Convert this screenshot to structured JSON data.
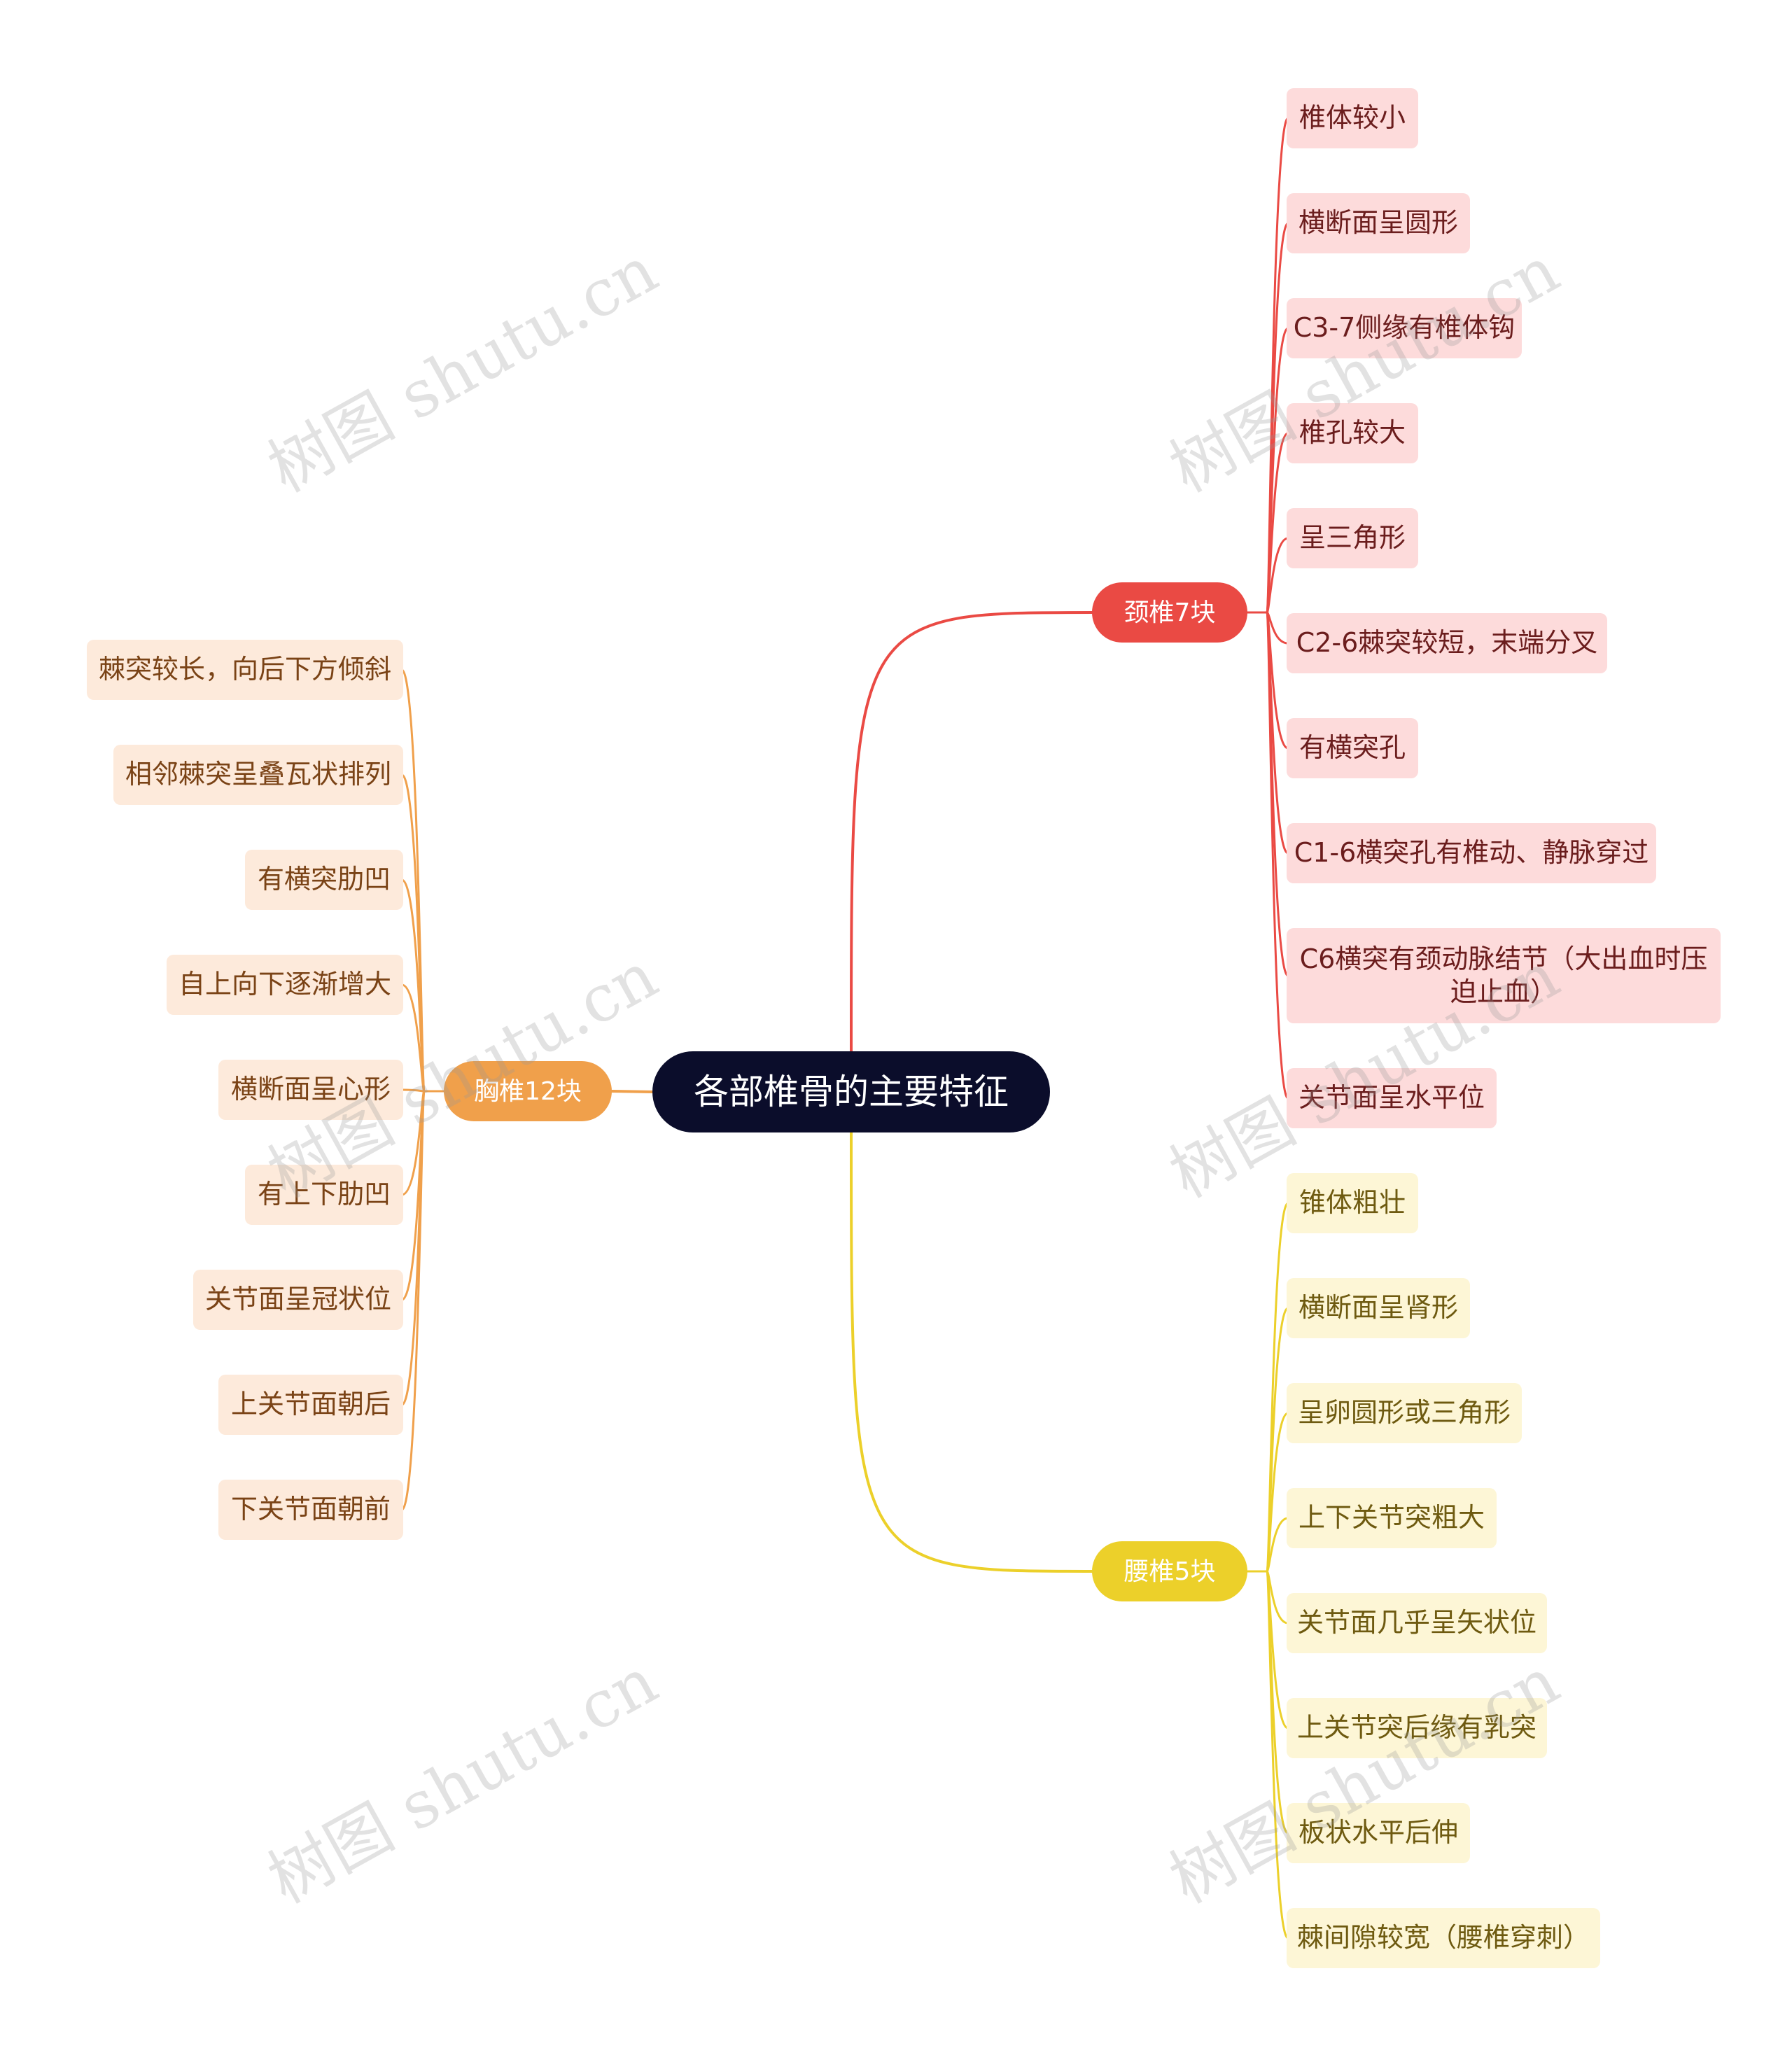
{
  "root": {
    "label": "各部椎骨的主要特征"
  },
  "colors": {
    "root": "#0b0d2b",
    "neck": "#ea4a44",
    "thoracic": "#f0a04b",
    "lumbar": "#ecd02a"
  },
  "branches": [
    {
      "key": "neck",
      "label": "颈椎7块",
      "color": "#ea4a44",
      "items": [
        "椎体较小",
        "横断面呈圆形",
        "C3-7侧缘有椎体钩",
        "椎孔较大",
        "呈三角形",
        "C2-6棘突较短，末端分叉",
        "有横突孔",
        "C1-6横突孔有椎动、静脉穿过",
        "C6横突有颈动脉结节（大出血时压迫止血）",
        "关节面呈水平位"
      ]
    },
    {
      "key": "thoracic",
      "label": "胸椎12块",
      "color": "#f0a04b",
      "items": [
        "棘突较长，向后下方倾斜",
        "相邻棘突呈叠瓦状排列",
        "有横突肋凹",
        "自上向下逐渐增大",
        "横断面呈心形",
        "有上下肋凹",
        "关节面呈冠状位",
        "上关节面朝后",
        "下关节面朝前"
      ]
    },
    {
      "key": "lumbar",
      "label": "腰椎5块",
      "color": "#ecd02a",
      "items": [
        "锥体粗壮",
        "横断面呈肾形",
        "呈卵圆形或三角形",
        "上下关节突粗大",
        "关节面几乎呈矢状位",
        "上关节突后缘有乳突",
        "板状水平后伸",
        "棘间隙较宽（腰椎穿刺）"
      ]
    }
  ],
  "watermark": "树图 shutu.cn"
}
